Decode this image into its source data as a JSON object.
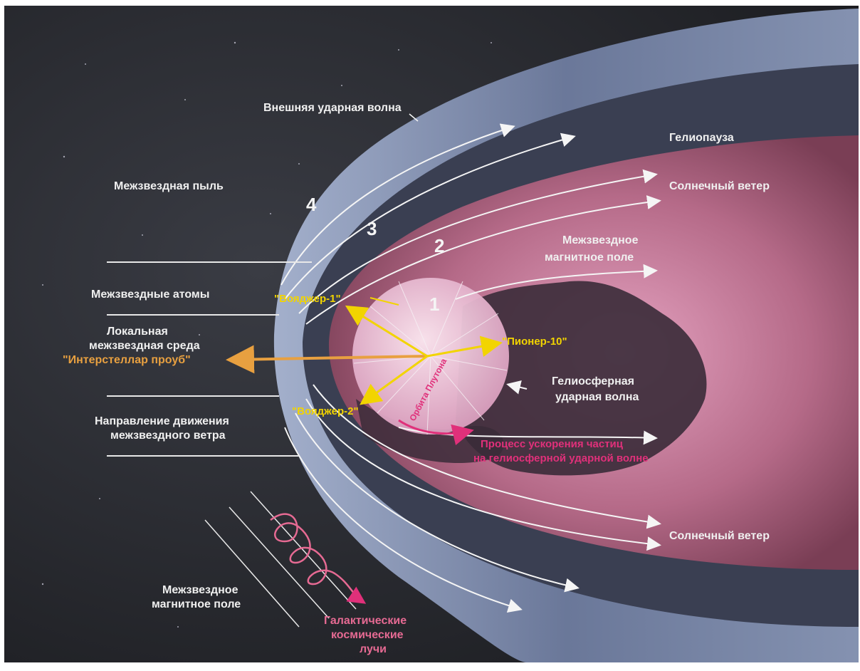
{
  "labels": {
    "outer_shock": "Внешняя ударная волна",
    "heliopause": "Гелиопауза",
    "dust": "Межзвездная пыль",
    "solar_wind_top": "Солнечный ветер",
    "ism_field_1": "Межзвездное",
    "ism_field_2": "магнитное поле",
    "atoms": "Межзвездные атомы",
    "lism_1": "Локальная",
    "lism_2": "межзвездная среда",
    "probe": "\"Интерстеллар проуб\"",
    "voyager1": "\"Вояджер-1\"",
    "voyager2": "\"Вояджер-2\"",
    "pioneer10": "\"Пионер-10\"",
    "helio_shock_1": "Гелиосферная",
    "helio_shock_2": "ударная волна",
    "wind_dir_1": "Направление движения",
    "wind_dir_2": "межзвездного ветра",
    "accel_1": "Процесс ускорения частиц",
    "accel_2": "на гелиосферной ударной волне",
    "pluto_orbit": "Орбита Плутона",
    "solar_wind_bottom": "Солнечный ветер",
    "ism_field_bottom_1": "Межзвездное",
    "ism_field_bottom_2": "магнитное поле",
    "gcr_1": "Галактические",
    "gcr_2": "космические",
    "gcr_3": "лучи"
  },
  "regions": [
    "1",
    "2",
    "3",
    "4"
  ],
  "colors": {
    "space": "#24262b",
    "bow": "#8a98b8",
    "bow_light": "#b7c3dc",
    "helio": "#b56a88",
    "helio_light": "#d98fb0",
    "sphere": "#f1c9dc",
    "yellow": "#f2d400",
    "orange": "#e8a040",
    "magenta": "#e0307a",
    "text": "#f0f0f0"
  },
  "icons": [
    "arrow-icon",
    "spiral-icon"
  ]
}
